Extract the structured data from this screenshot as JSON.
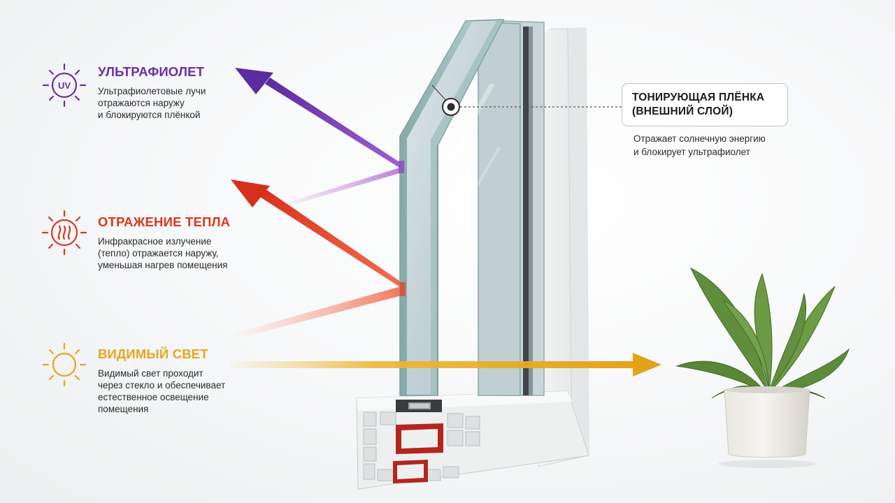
{
  "colors": {
    "uv": "#6a2fa6",
    "heat": "#d9381e",
    "light": "#e9a51f",
    "text": "#2b2b2b"
  },
  "legend": {
    "uv": {
      "icon": "uv-sun-icon",
      "icon_label": "UV",
      "title": "УЛЬТРАФИОЛЕТ",
      "lines": [
        "Ультрафиолетовые лучи",
        "отражаются наружу",
        "и блокируются плёнкой"
      ]
    },
    "heat": {
      "icon": "heat-sun-icon",
      "title": "ОТРАЖЕНИЕ ТЕПЛА",
      "lines": [
        "Инфракрасное излучение",
        "(тепло) отражается наружу,",
        "уменьшая нагрев помещения"
      ]
    },
    "light": {
      "icon": "sun-icon",
      "title": "ВИДИМЫЙ СВЕТ",
      "lines": [
        "Видимый свет проходит",
        "через стекло и обеспечивает",
        "естественное освещение",
        "помещения"
      ]
    }
  },
  "callout": {
    "title_lines": [
      "ТОНИРУЮЩАЯ ПЛЁНКА",
      "(ВНЕШНИЙ СЛОЙ)"
    ],
    "desc_lines": [
      "Отражает солнечную энергию",
      "и блокирует ультрафиолет"
    ]
  }
}
